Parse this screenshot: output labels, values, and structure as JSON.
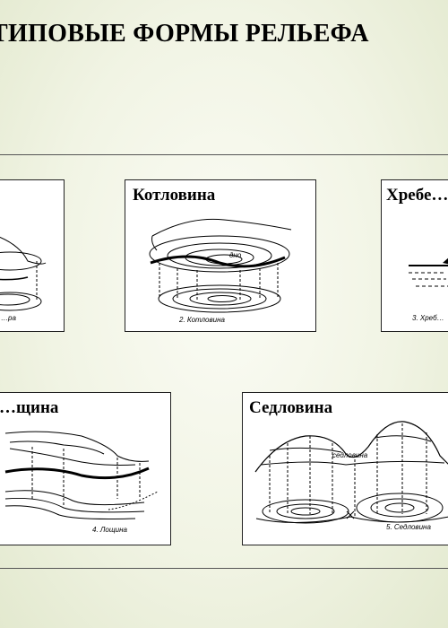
{
  "slide": {
    "title": "ТИПОВЫЕ ФОРМЫ РЕЛЬЕФА"
  },
  "panels": [
    {
      "id": "gora",
      "heading": "",
      "caption": "…ра"
    },
    {
      "id": "kotlovina",
      "heading": "Котловина",
      "caption": "2. Котловина",
      "label": "дно"
    },
    {
      "id": "hrebet",
      "heading": "Хребе…",
      "caption": "3. Хреб…"
    },
    {
      "id": "loshchina",
      "heading": "…щина",
      "caption": "4. Лощина"
    },
    {
      "id": "sedlovina",
      "heading": "Седловина",
      "caption": "5. Седловина",
      "label": "седловина"
    }
  ]
}
